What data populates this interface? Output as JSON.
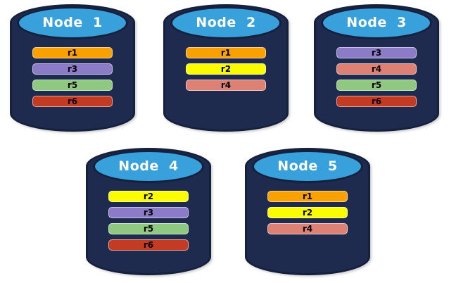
{
  "canvas": {
    "background": "#FFFFFF"
  },
  "cylinder_style": {
    "body_color": "#1E2B4F",
    "outline_color": "#15203D",
    "top_color": "#38A1DB",
    "title_color": "#FFFFFF"
  },
  "replica_colors": {
    "r1": "#F9A100",
    "r2": "#FCFC00",
    "r3": "#8C7BC6",
    "r4": "#DC8173",
    "r5": "#8FC981",
    "r6": "#C43B24"
  },
  "nodes": [
    {
      "label": "Node  1",
      "replicas": [
        "r1",
        "r3",
        "r5",
        "r6"
      ]
    },
    {
      "label": "Node  2",
      "replicas": [
        "r1",
        "r2",
        "r4"
      ]
    },
    {
      "label": "Node  3",
      "replicas": [
        "r3",
        "r4",
        "r5",
        "r6"
      ]
    },
    {
      "label": "Node  4",
      "replicas": [
        "r2",
        "r3",
        "r5",
        "r6"
      ]
    },
    {
      "label": "Node  5",
      "replicas": [
        "r1",
        "r2",
        "r4"
      ]
    }
  ]
}
